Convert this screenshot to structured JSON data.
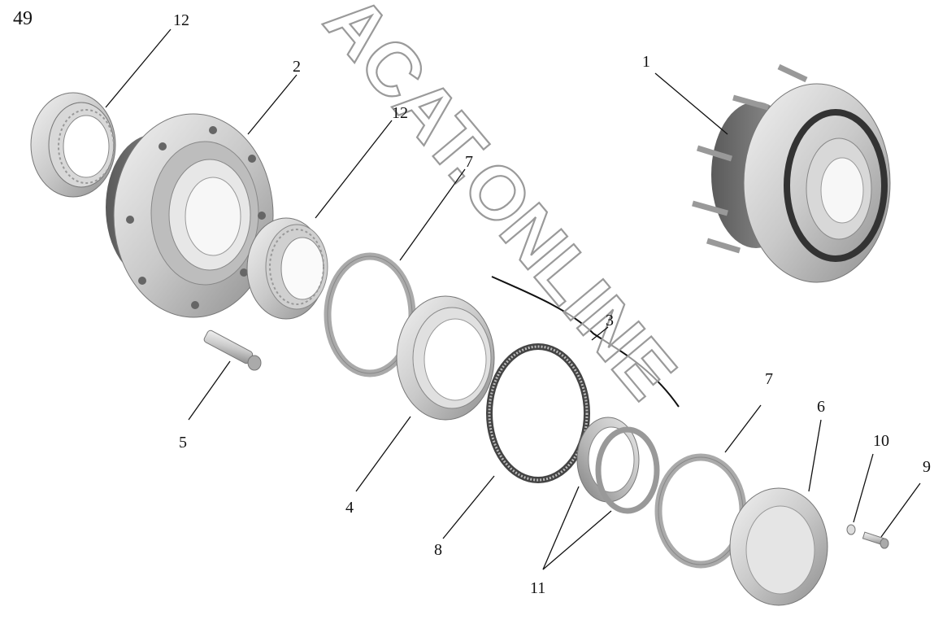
{
  "figure_number": "49",
  "watermark": "ACAT.ONLINE",
  "callouts": {
    "c1": "1",
    "c2": "2",
    "c3": "3",
    "c4": "4",
    "c5": "5",
    "c6": "6",
    "c7a": "7",
    "c7b": "7",
    "c8": "8",
    "c9": "9",
    "c10": "10",
    "c11": "11",
    "c12a": "12",
    "c12b": "12"
  }
}
